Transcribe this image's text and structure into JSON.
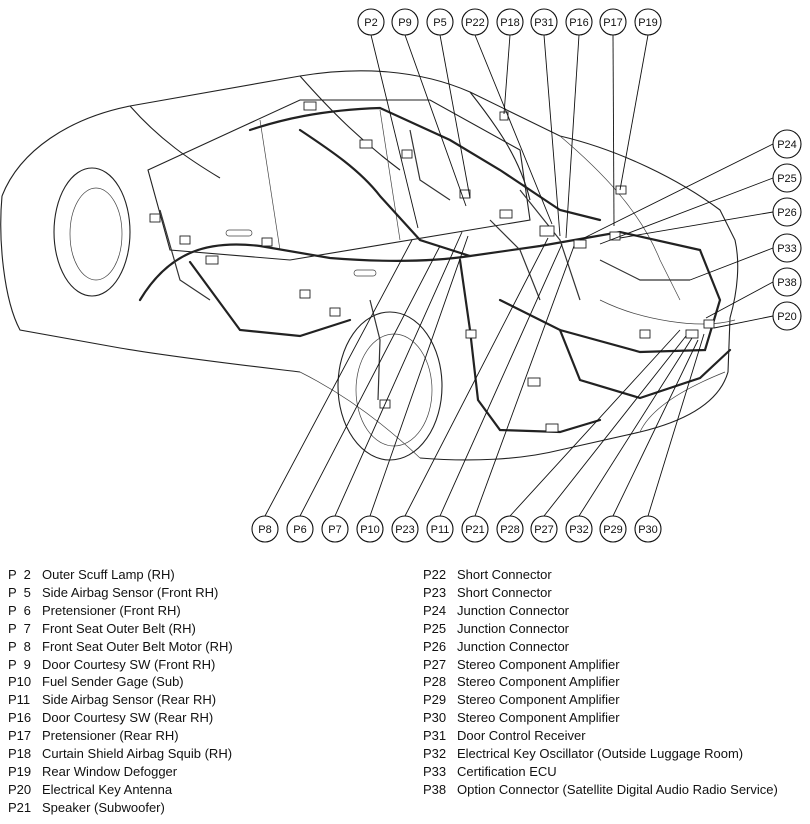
{
  "callouts_top": [
    "P2",
    "P9",
    "P5",
    "P22",
    "P18",
    "P31",
    "P16",
    "P17",
    "P19"
  ],
  "callouts_right": [
    "P24",
    "P25",
    "P26",
    "P33",
    "P38",
    "P20"
  ],
  "callouts_bottom": [
    "P8",
    "P6",
    "P7",
    "P10",
    "P23",
    "P11",
    "P21",
    "P28",
    "P27",
    "P32",
    "P29",
    "P30"
  ],
  "legend_left": [
    {
      "code": "P  2",
      "name": "Outer Scuff Lamp (RH)"
    },
    {
      "code": "P  5",
      "name": "Side Airbag Sensor (Front RH)"
    },
    {
      "code": "P  6",
      "name": "Pretensioner (Front RH)"
    },
    {
      "code": "P  7",
      "name": "Front Seat Outer Belt (RH)"
    },
    {
      "code": "P  8",
      "name": "Front Seat Outer Belt Motor (RH)"
    },
    {
      "code": "P  9",
      "name": "Door Courtesy SW (Front RH)"
    },
    {
      "code": "P10",
      "name": "Fuel Sender Gage (Sub)"
    },
    {
      "code": "P11",
      "name": "Side Airbag Sensor (Rear RH)"
    },
    {
      "code": "P16",
      "name": "Door Courtesy SW (Rear RH)"
    },
    {
      "code": "P17",
      "name": "Pretensioner (Rear RH)"
    },
    {
      "code": "P18",
      "name": "Curtain Shield Airbag Squib (RH)"
    },
    {
      "code": "P19",
      "name": "Rear Window Defogger"
    },
    {
      "code": "P20",
      "name": "Electrical Key Antenna"
    },
    {
      "code": "P21",
      "name": "Speaker (Subwoofer)"
    }
  ],
  "legend_right": [
    {
      "code": "P22",
      "name": "Short Connector"
    },
    {
      "code": "P23",
      "name": "Short Connector"
    },
    {
      "code": "P24",
      "name": "Junction Connector"
    },
    {
      "code": "P25",
      "name": "Junction Connector"
    },
    {
      "code": "P26",
      "name": "Junction Connector"
    },
    {
      "code": "P27",
      "name": "Stereo Component Amplifier"
    },
    {
      "code": "P28",
      "name": "Stereo Component Amplifier"
    },
    {
      "code": "P29",
      "name": "Stereo Component Amplifier"
    },
    {
      "code": "P30",
      "name": "Stereo Component Amplifier"
    },
    {
      "code": "P31",
      "name": "Door Control Receiver"
    },
    {
      "code": "P32",
      "name": "Electrical Key Oscillator (Outside Luggage Room)"
    },
    {
      "code": "P33",
      "name": "Certification ECU"
    },
    {
      "code": "P38",
      "name": "Option Connector (Satellite Digital Audio Radio Service)"
    }
  ]
}
